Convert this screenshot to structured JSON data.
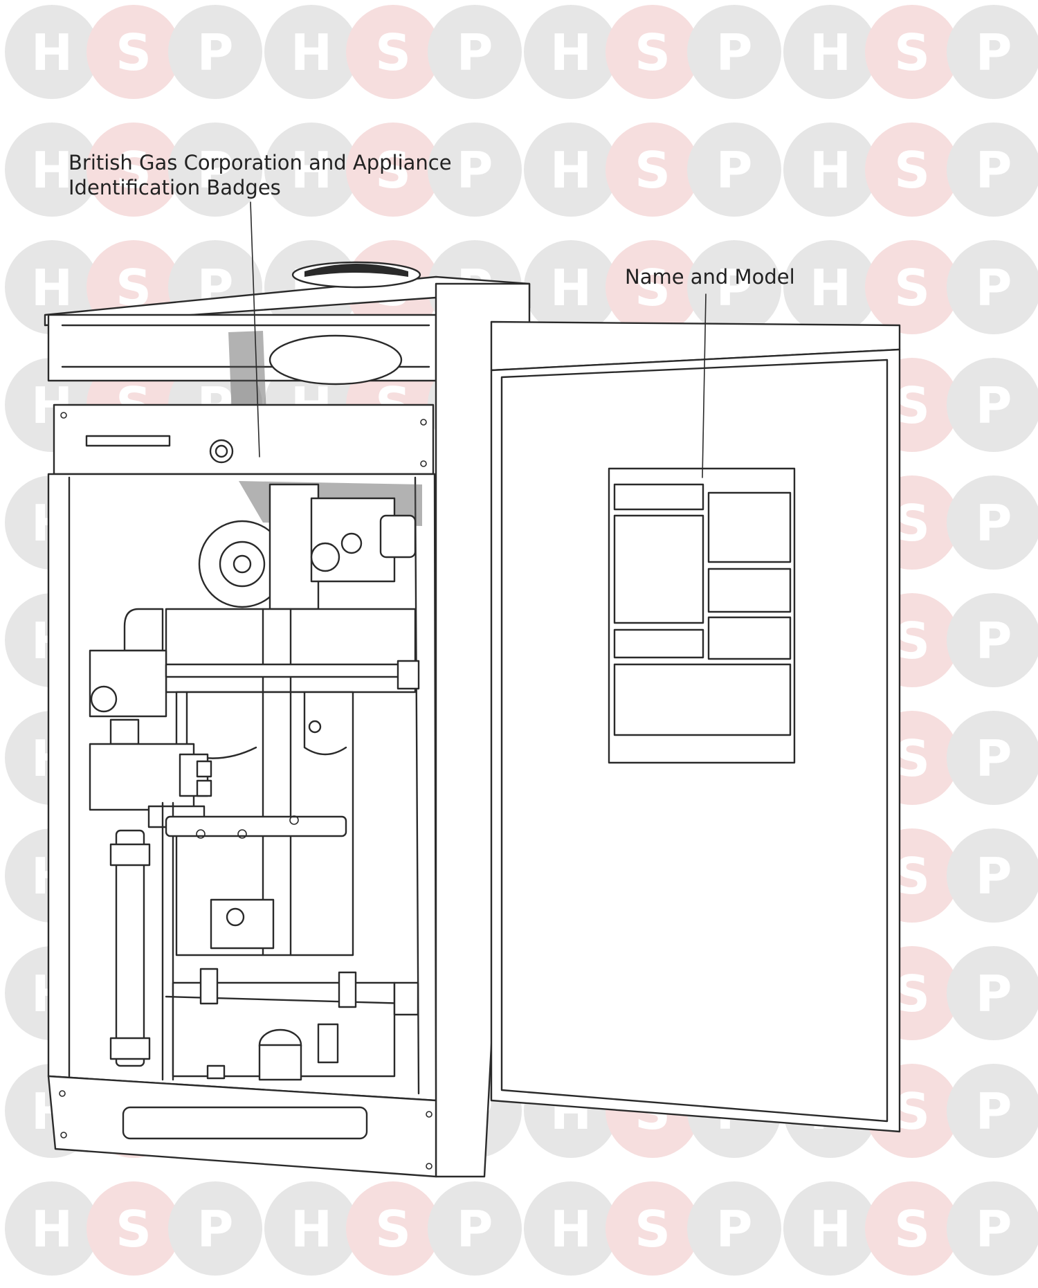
{
  "watermark": {
    "letters": [
      "H",
      "S",
      "P"
    ]
  },
  "callouts": {
    "badges": {
      "line1": "British Gas Corporation and Appliance",
      "line2": "Identification Badges"
    },
    "name_model": "Name and Model"
  },
  "colors": {
    "line": "#2a2a2a",
    "watermark_grey": "#e6e6e6",
    "watermark_pink": "#f6dede",
    "watermark_blue": "#cfe0ee"
  }
}
